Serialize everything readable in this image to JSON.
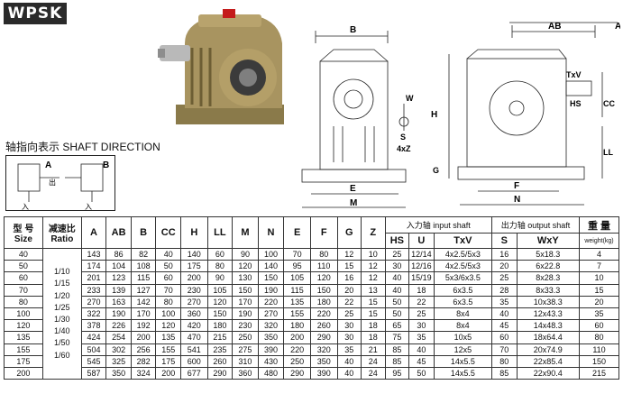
{
  "brand": {
    "name": "WPSK"
  },
  "labels": {
    "shaft_direction": "轴指向表示  SHAFT DIRECTION",
    "dims": {
      "B": "B",
      "W": "W",
      "H": "H",
      "S": "S",
      "Z": "4xZ",
      "G": "G",
      "E": "E",
      "M": "M",
      "A": "A",
      "AB": "AB",
      "TxV": "TxV",
      "HS": "HS",
      "CC": "CC",
      "LL": "LL",
      "F": "F",
      "N": "N"
    },
    "shaft_io": {
      "A": "A",
      "B": "B",
      "out": "出",
      "in": "入"
    }
  },
  "table": {
    "headers": {
      "size": "型 号\nSize",
      "ratio": "减速比\nRatio",
      "cols": [
        "A",
        "AB",
        "B",
        "CC",
        "H",
        "LL",
        "M",
        "N",
        "E",
        "F",
        "G",
        "Z"
      ],
      "input_group": "入力轴 input shaft",
      "output_group": "出力轴 output shaft",
      "weight": "重 量",
      "weight_unit": "weight(kg)",
      "input_cols": [
        "HS",
        "U",
        "TxV"
      ],
      "output_cols": [
        "S",
        "WxY"
      ]
    },
    "ratios": [
      "1/10",
      "1/15",
      "1/20",
      "1/25",
      "1/30",
      "1/40",
      "1/50",
      "1/60"
    ],
    "rows": [
      [
        "40",
        "143",
        "86",
        "82",
        "40",
        "140",
        "60",
        "90",
        "100",
        "70",
        "80",
        "12",
        "10",
        "25",
        "12/14",
        "4x2.5/5x3",
        "16",
        "5x18.3",
        "4"
      ],
      [
        "50",
        "174",
        "104",
        "108",
        "50",
        "175",
        "80",
        "120",
        "140",
        "95",
        "110",
        "15",
        "12",
        "30",
        "12/16",
        "4x2.5/5x3",
        "20",
        "6x22.8",
        "7"
      ],
      [
        "60",
        "201",
        "123",
        "115",
        "60",
        "200",
        "90",
        "130",
        "150",
        "105",
        "120",
        "16",
        "12",
        "40",
        "15/19",
        "5x3/6x3.5",
        "25",
        "8x28.3",
        "10"
      ],
      [
        "70",
        "233",
        "139",
        "127",
        "70",
        "230",
        "105",
        "150",
        "190",
        "115",
        "150",
        "20",
        "13",
        "40",
        "18",
        "6x3.5",
        "28",
        "8x33.3",
        "15"
      ],
      [
        "80",
        "270",
        "163",
        "142",
        "80",
        "270",
        "120",
        "170",
        "220",
        "135",
        "180",
        "22",
        "15",
        "50",
        "22",
        "6x3.5",
        "35",
        "10x38.3",
        "20"
      ],
      [
        "100",
        "322",
        "190",
        "170",
        "100",
        "360",
        "150",
        "190",
        "270",
        "155",
        "220",
        "25",
        "15",
        "50",
        "25",
        "8x4",
        "40",
        "12x43.3",
        "35"
      ],
      [
        "120",
        "378",
        "226",
        "192",
        "120",
        "420",
        "180",
        "230",
        "320",
        "180",
        "260",
        "30",
        "18",
        "65",
        "30",
        "8x4",
        "45",
        "14x48.3",
        "60"
      ],
      [
        "135",
        "424",
        "254",
        "200",
        "135",
        "470",
        "215",
        "250",
        "350",
        "200",
        "290",
        "30",
        "18",
        "75",
        "35",
        "10x5",
        "60",
        "18x64.4",
        "80"
      ],
      [
        "155",
        "504",
        "302",
        "256",
        "155",
        "541",
        "235",
        "275",
        "390",
        "220",
        "320",
        "35",
        "21",
        "85",
        "40",
        "12x5",
        "70",
        "20x74.9",
        "110"
      ],
      [
        "175",
        "545",
        "325",
        "282",
        "175",
        "600",
        "260",
        "310",
        "430",
        "250",
        "350",
        "40",
        "24",
        "85",
        "45",
        "14x5.5",
        "80",
        "22x85.4",
        "150"
      ],
      [
        "200",
        "587",
        "350",
        "324",
        "200",
        "677",
        "290",
        "360",
        "480",
        "290",
        "390",
        "40",
        "24",
        "95",
        "50",
        "14x5.5",
        "85",
        "22x90.4",
        "215"
      ]
    ]
  }
}
